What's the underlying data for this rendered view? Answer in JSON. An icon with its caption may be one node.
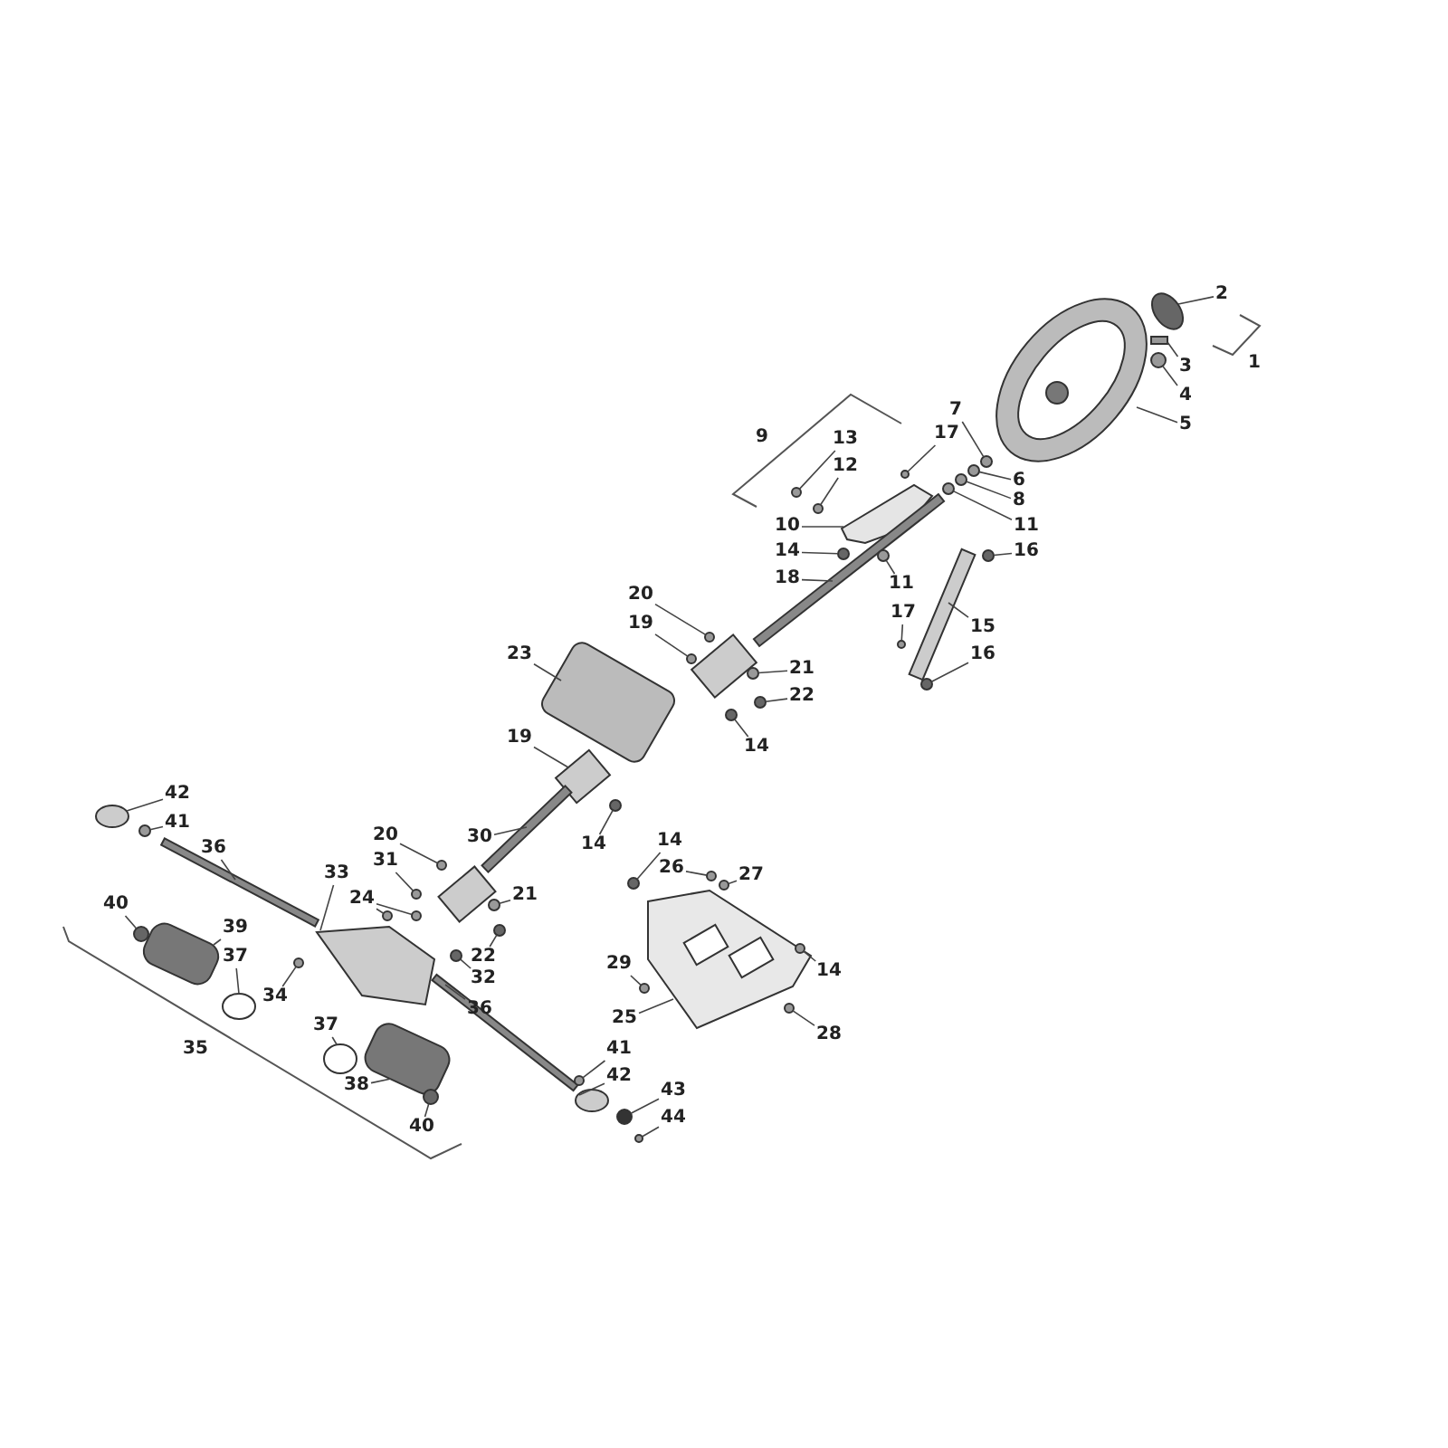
{
  "diagram": {
    "nodes": [
      {
        "text": [
          "2"
        ]
      },
      {
        "text": [
          "3"
        ]
      },
      {
        "text": [
          "4"
        ]
      },
      {
        "text": [
          "5"
        ]
      },
      {
        "text": [
          "7"
        ]
      },
      {
        "text": [
          "6"
        ]
      },
      {
        "text": [
          "8"
        ]
      },
      {
        "text": [
          "11"
        ]
      },
      {
        "text": [
          "17"
        ]
      },
      {
        "text": [
          "13"
        ]
      },
      {
        "text": [
          "12"
        ]
      },
      {
        "text": [
          "10"
        ]
      },
      {
        "text": [
          "14"
        ]
      },
      {
        "text": [
          "11"
        ]
      },
      {
        "text": [
          "16"
        ]
      },
      {
        "text": [
          "18"
        ]
      },
      {
        "text": [
          "17"
        ]
      },
      {
        "text": [
          "15"
        ]
      },
      {
        "text": [
          "16"
        ]
      },
      {
        "text": [
          "20"
        ]
      },
      {
        "text": [
          "19"
        ]
      },
      {
        "text": [
          "21"
        ]
      },
      {
        "text": [
          "22"
        ]
      },
      {
        "text": [
          "23"
        ]
      },
      {
        "text": [
          "14"
        ]
      },
      {
        "text": [
          "19"
        ]
      },
      {
        "text": [
          "14"
        ]
      },
      {
        "text": [
          "20"
        ]
      },
      {
        "text": [
          "30"
        ]
      },
      {
        "text": [
          "31"
        ]
      },
      {
        "text": [
          "21"
        ]
      },
      {
        "text": [
          "22"
        ]
      },
      {
        "text": [
          "32"
        ]
      },
      {
        "text": [
          "33"
        ]
      },
      {
        "text": [
          "24"
        ]
      },
      {
        "text": [
          "34"
        ]
      },
      {
        "text": [
          "36"
        ]
      },
      {
        "text": [
          "39"
        ]
      },
      {
        "text": [
          "37"
        ]
      },
      {
        "text": [
          "40"
        ]
      },
      {
        "text": [
          "42"
        ]
      },
      {
        "text": [
          "41"
        ]
      },
      {
        "text": [
          "36"
        ]
      },
      {
        "text": [
          "37"
        ]
      },
      {
        "text": [
          "38"
        ]
      },
      {
        "text": [
          "40"
        ]
      },
      {
        "text": [
          "14"
        ]
      },
      {
        "text": [
          "26"
        ]
      },
      {
        "text": [
          "27"
        ]
      },
      {
        "text": [
          "29"
        ]
      },
      {
        "text": [
          "25"
        ]
      },
      {
        "text": [
          "14"
        ]
      },
      {
        "text": [
          "28"
        ]
      },
      {
        "text": [
          "41"
        ]
      },
      {
        "text": [
          "42"
        ]
      },
      {
        "text": [
          "43"
        ]
      },
      {
        "text": [
          "44"
        ]
      },
      {
        "text": [],
        "shape": "circle"
      },
      {
        "text": [],
        "shape": "box"
      },
      {
        "text": [],
        "shape": "circle"
      },
      {
        "text": [],
        "shape": "picture"
      },
      {
        "text": [],
        "shape": "circle"
      },
      {
        "text": [],
        "shape": "circle"
      },
      {
        "text": [],
        "shape": "circle"
      },
      {
        "text": [],
        "shape": "circle"
      },
      {
        "text": [],
        "shape": "circle"
      },
      {
        "text": [],
        "shape": "circle"
      },
      {
        "text": [],
        "shape": "circle"
      },
      {
        "text": [],
        "shape": "picture"
      },
      {
        "text": [],
        "shape": "circle"
      },
      {
        "text": [],
        "shape": "circle"
      },
      {
        "text": [],
        "shape": "circle"
      },
      {
        "text": [],
        "shape": "picture"
      },
      {
        "text": [],
        "shape": "circle"
      },
      {
        "text": [],
        "shape": "picture"
      },
      {
        "text": [],
        "shape": "circle"
      },
      {
        "text": [],
        "shape": "circle"
      },
      {
        "text": [],
        "shape": "circle"
      },
      {
        "text": [],
        "shape": "circle"
      },
      {
        "text": [],
        "shape": "circle"
      },
      {
        "text": [],
        "shape": "picture"
      },
      {
        "text": [],
        "shape": "circle"
      },
      {
        "text": [],
        "shape": "box"
      },
      {
        "text": [],
        "shape": "circle"
      },
      {
        "text": [],
        "shape": "circle"
      },
      {
        "text": [],
        "shape": "picture"
      },
      {
        "text": [],
        "shape": "circle"
      },
      {
        "text": [],
        "shape": "circle"
      },
      {
        "text": [],
        "shape": "circle"
      },
      {
        "text": [],
        "shape": "circle"
      },
      {
        "text": [],
        "shape": "picture"
      },
      {
        "text": [],
        "shape": "circle"
      },
      {
        "text": [],
        "shape": "circle"
      },
      {
        "text": [],
        "shape": "circle"
      },
      {
        "text": [],
        "shape": "picture"
      },
      {
        "text": [],
        "shape": "picture"
      },
      {
        "text": [],
        "shape": "circle"
      },
      {
        "text": [],
        "shape": "circle"
      },
      {
        "text": [],
        "shape": "circle"
      },
      {
        "text": [],
        "shape": "circle"
      },
      {
        "text": [],
        "shape": "picture"
      },
      {
        "text": [],
        "shape": "circle"
      },
      {
        "text": [],
        "shape": "picture"
      },
      {
        "text": [],
        "shape": "circle"
      },
      {
        "text": [],
        "shape": "circle"
      },
      {
        "text": [],
        "shape": "circle"
      },
      {
        "text": [],
        "shape": "circle"
      },
      {
        "text": [],
        "shape": "circle"
      },
      {
        "text": [],
        "shape": "picture"
      },
      {
        "text": [],
        "shape": "circle"
      },
      {
        "text": [],
        "shape": "circle"
      },
      {
        "text": [],
        "shape": "circle"
      },
      {
        "text": [],
        "shape": "circle"
      },
      {
        "text": [],
        "shape": "circle"
      },
      {
        "text": [],
        "shape": "circle"
      }
    ],
    "edges": [
      {
        "from": 0,
        "to": 57,
        "arrow": "none"
      },
      {
        "from": 1,
        "to": 58,
        "arrow": "none"
      },
      {
        "from": 2,
        "to": 59,
        "arrow": "none"
      },
      {
        "from": 3,
        "to": 60,
        "arrow": "none"
      },
      {
        "from": 4,
        "to": 61,
        "arrow": "none"
      },
      {
        "from": 5,
        "to": 62,
        "arrow": "none"
      },
      {
        "from": 6,
        "to": 63,
        "arrow": "none"
      },
      {
        "from": 7,
        "to": 64,
        "arrow": "none"
      },
      {
        "from": 8,
        "to": 65,
        "arrow": "none"
      },
      {
        "from": 9,
        "to": 66,
        "arrow": "none"
      },
      {
        "from": 10,
        "to": 67,
        "arrow": "none"
      },
      {
        "from": 11,
        "to": 68,
        "arrow": "none"
      },
      {
        "from": 12,
        "to": 69,
        "arrow": "none"
      },
      {
        "from": 13,
        "to": 70,
        "arrow": "none"
      },
      {
        "from": 14,
        "to": 71,
        "arrow": "none"
      },
      {
        "from": 15,
        "to": 72,
        "arrow": "none"
      },
      {
        "from": 16,
        "to": 73,
        "arrow": "none"
      },
      {
        "from": 17,
        "to": 74,
        "arrow": "none"
      },
      {
        "from": 18,
        "to": 75,
        "arrow": "none"
      },
      {
        "from": 19,
        "to": 76,
        "arrow": "none"
      },
      {
        "from": 20,
        "to": 77,
        "arrow": "none"
      },
      {
        "from": 21,
        "to": 78,
        "arrow": "none"
      },
      {
        "from": 22,
        "to": 79,
        "arrow": "none"
      },
      {
        "from": 23,
        "to": 80,
        "arrow": "none"
      },
      {
        "from": 24,
        "to": 81,
        "arrow": "none"
      },
      {
        "from": 25,
        "to": 82,
        "arrow": "none"
      },
      {
        "from": 26,
        "to": 83,
        "arrow": "none"
      },
      {
        "from": 27,
        "to": 84,
        "arrow": "none"
      },
      {
        "from": 28,
        "to": 85,
        "arrow": "none"
      },
      {
        "from": 29,
        "to": 86,
        "arrow": "none"
      },
      {
        "from": 30,
        "to": 87,
        "arrow": "none"
      },
      {
        "from": 31,
        "to": 88,
        "arrow": "none"
      },
      {
        "from": 32,
        "to": 89,
        "arrow": "none"
      },
      {
        "from": 33,
        "to": 90,
        "arrow": "none"
      },
      {
        "from": 34,
        "to": 91,
        "arrow": "none"
      },
      {
        "from": 34,
        "to": 92,
        "arrow": "none"
      },
      {
        "from": 35,
        "to": 93,
        "arrow": "none"
      },
      {
        "from": 36,
        "to": 94,
        "arrow": "none"
      },
      {
        "from": 37,
        "to": 95,
        "arrow": "none"
      },
      {
        "from": 38,
        "to": 96,
        "arrow": "none"
      },
      {
        "from": 39,
        "to": 97,
        "arrow": "none"
      },
      {
        "from": 40,
        "to": 98,
        "arrow": "none"
      },
      {
        "from": 41,
        "to": 99,
        "arrow": "none"
      },
      {
        "from": 42,
        "to": 100,
        "arrow": "none"
      },
      {
        "from": 43,
        "to": 101,
        "arrow": "none"
      },
      {
        "from": 44,
        "to": 102,
        "arrow": "none"
      },
      {
        "from": 45,
        "to": 103,
        "arrow": "none"
      },
      {
        "from": 46,
        "to": 104,
        "arrow": "none"
      },
      {
        "from": 47,
        "to": 105,
        "arrow": "none"
      },
      {
        "from": 48,
        "to": 106,
        "arrow": "none"
      },
      {
        "from": 49,
        "to": 107,
        "arrow": "none"
      },
      {
        "from": 50,
        "to": 108,
        "arrow": "none"
      },
      {
        "from": 51,
        "to": 109,
        "arrow": "none"
      },
      {
        "from": 52,
        "to": 110,
        "arrow": "none"
      },
      {
        "from": 53,
        "to": 111,
        "arrow": "none"
      },
      {
        "from": 54,
        "to": 112,
        "arrow": "none"
      },
      {
        "from": 55,
        "to": 113,
        "arrow": "none"
      },
      {
        "from": 56,
        "to": 114,
        "arrow": "none"
      }
    ],
    "labels": [
      "1",
      "9",
      "35"
    ]
  }
}
